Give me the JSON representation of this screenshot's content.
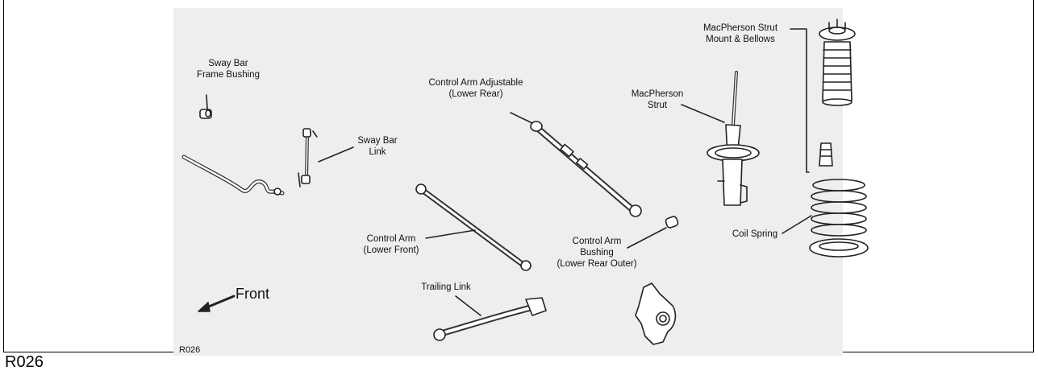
{
  "figure_code": "R026",
  "diagram_code": "R026",
  "front_label": "Front",
  "labels": {
    "sway_bar_frame_bushing": "Sway Bar\nFrame Bushing",
    "sway_bar_link": "Sway Bar\nLink",
    "control_arm_adjustable": "Control Arm Adjustable\n(Lower Rear)",
    "control_arm_front": "Control Arm\n(Lower Front)",
    "control_arm_bushing": "Control Arm\nBushing\n(Lower Rear Outer)",
    "trailing_link": "Trailing Link",
    "macpherson_strut": "MacPherson\nStrut",
    "strut_mount": "MacPherson Strut\nMount & Bellows",
    "coil_spring": "Coil Spring"
  }
}
